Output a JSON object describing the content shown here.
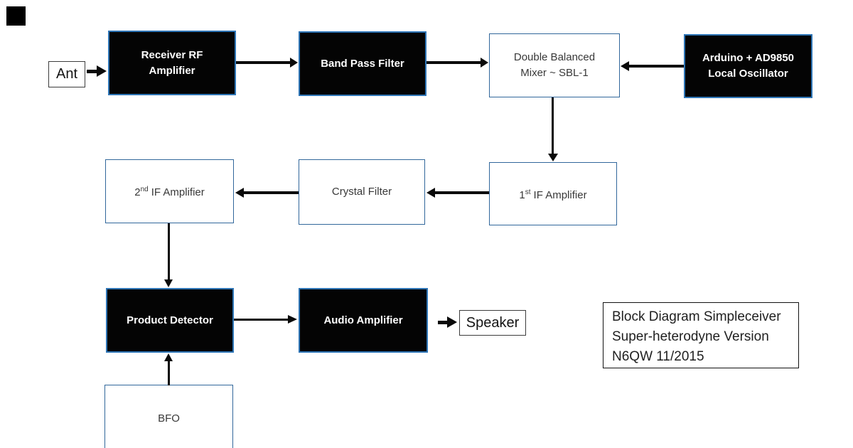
{
  "diagram": {
    "title_caption": {
      "line1": "Block Diagram Simpleceiver",
      "line2": "Super-heterodyne Version",
      "line3": "N6QW 11/2015"
    },
    "blocks": {
      "ant": {
        "label": "Ant"
      },
      "rf_amp": {
        "line1": "Receiver RF",
        "line2": "Amplifier"
      },
      "bpf": {
        "label": "Band Pass Filter"
      },
      "mixer": {
        "line1": "Double Balanced",
        "line2": "Mixer ~ SBL-1"
      },
      "lo": {
        "line1": "Arduino + AD9850",
        "line2": "Local Oscillator"
      },
      "if1": {
        "num": "1",
        "sup": "st",
        "rest": "IF Amplifier"
      },
      "cf": {
        "label": "Crystal Filter"
      },
      "if2": {
        "num": "2",
        "sup": "nd",
        "rest": "IF Amplifier"
      },
      "pd": {
        "label": "Product Detector"
      },
      "aa": {
        "label": "Audio Amplifier"
      },
      "speaker": {
        "label": "Speaker"
      },
      "bfo": {
        "label": "BFO"
      }
    },
    "connections": [
      {
        "from": "ant",
        "to": "rf_amp"
      },
      {
        "from": "rf_amp",
        "to": "bpf"
      },
      {
        "from": "bpf",
        "to": "mixer"
      },
      {
        "from": "lo",
        "to": "mixer"
      },
      {
        "from": "mixer",
        "to": "if1"
      },
      {
        "from": "if1",
        "to": "cf"
      },
      {
        "from": "cf",
        "to": "if2"
      },
      {
        "from": "if2",
        "to": "pd"
      },
      {
        "from": "bfo",
        "to": "pd"
      },
      {
        "from": "pd",
        "to": "aa"
      },
      {
        "from": "aa",
        "to": "speaker"
      }
    ],
    "colors": {
      "background": "#ffffff",
      "black_box_fill": "#040404",
      "black_box_border": "#2e75b6",
      "white_box_border": "#31679b",
      "small_box_border": "#3c3c3c",
      "caption_border": "#111111",
      "arrow": "#0a0a0a",
      "black_box_text": "#ffffff",
      "white_box_text": "#383838",
      "corner_square": "#000000"
    }
  }
}
